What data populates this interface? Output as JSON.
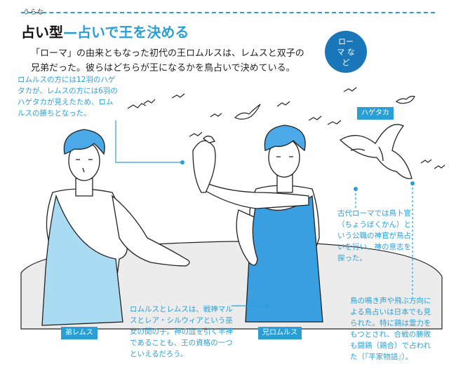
{
  "header": {
    "ruby": "うらな",
    "title_main": "占い型",
    "title_dash": "—",
    "title_sub": "占いで王を決める",
    "intro": "「ローマ」の由来ともなった初代の王ロムルスは、レムスと双子の兄弟だった。彼らはどちらが王になるかを鳥占いで決めている。"
  },
  "badge": {
    "text": "ローマ など"
  },
  "notes": {
    "eagles": "ロムルスの方には12羽のハゲタカが、レムスの方には6羽のハゲタカが見えたため、ロムルスの勝ちとなった。",
    "augur": "古代ローマでは鳥卜官（ちょうぼくかん）という公職の神官が鳥占いを行い、神の意志を探った。",
    "japan": "鳥の鳴き声や飛ぶ方向による鳥占いは日本でも見られた。特に鶏は霊力をもつとされ、合戦の勝敗も闘鶏（鶏合）で占われた（『平家物語』）。",
    "twins": "ロムルスとレムスは、戦神マルスとレア・シルウィアという巫女の間の子。神の血を引く半神であることも、王の資格の一つといえるだろう。"
  },
  "labels": {
    "vulture": "ハゲタカ",
    "remus": "弟レムス",
    "romulus": "兄ロムルス"
  },
  "colors": {
    "accent": "#2a9fd6",
    "badge": "#1976b8",
    "robe_light": "#a9dcf3",
    "robe_dark": "#3a9fe0",
    "hair": "#4aa9e6"
  }
}
